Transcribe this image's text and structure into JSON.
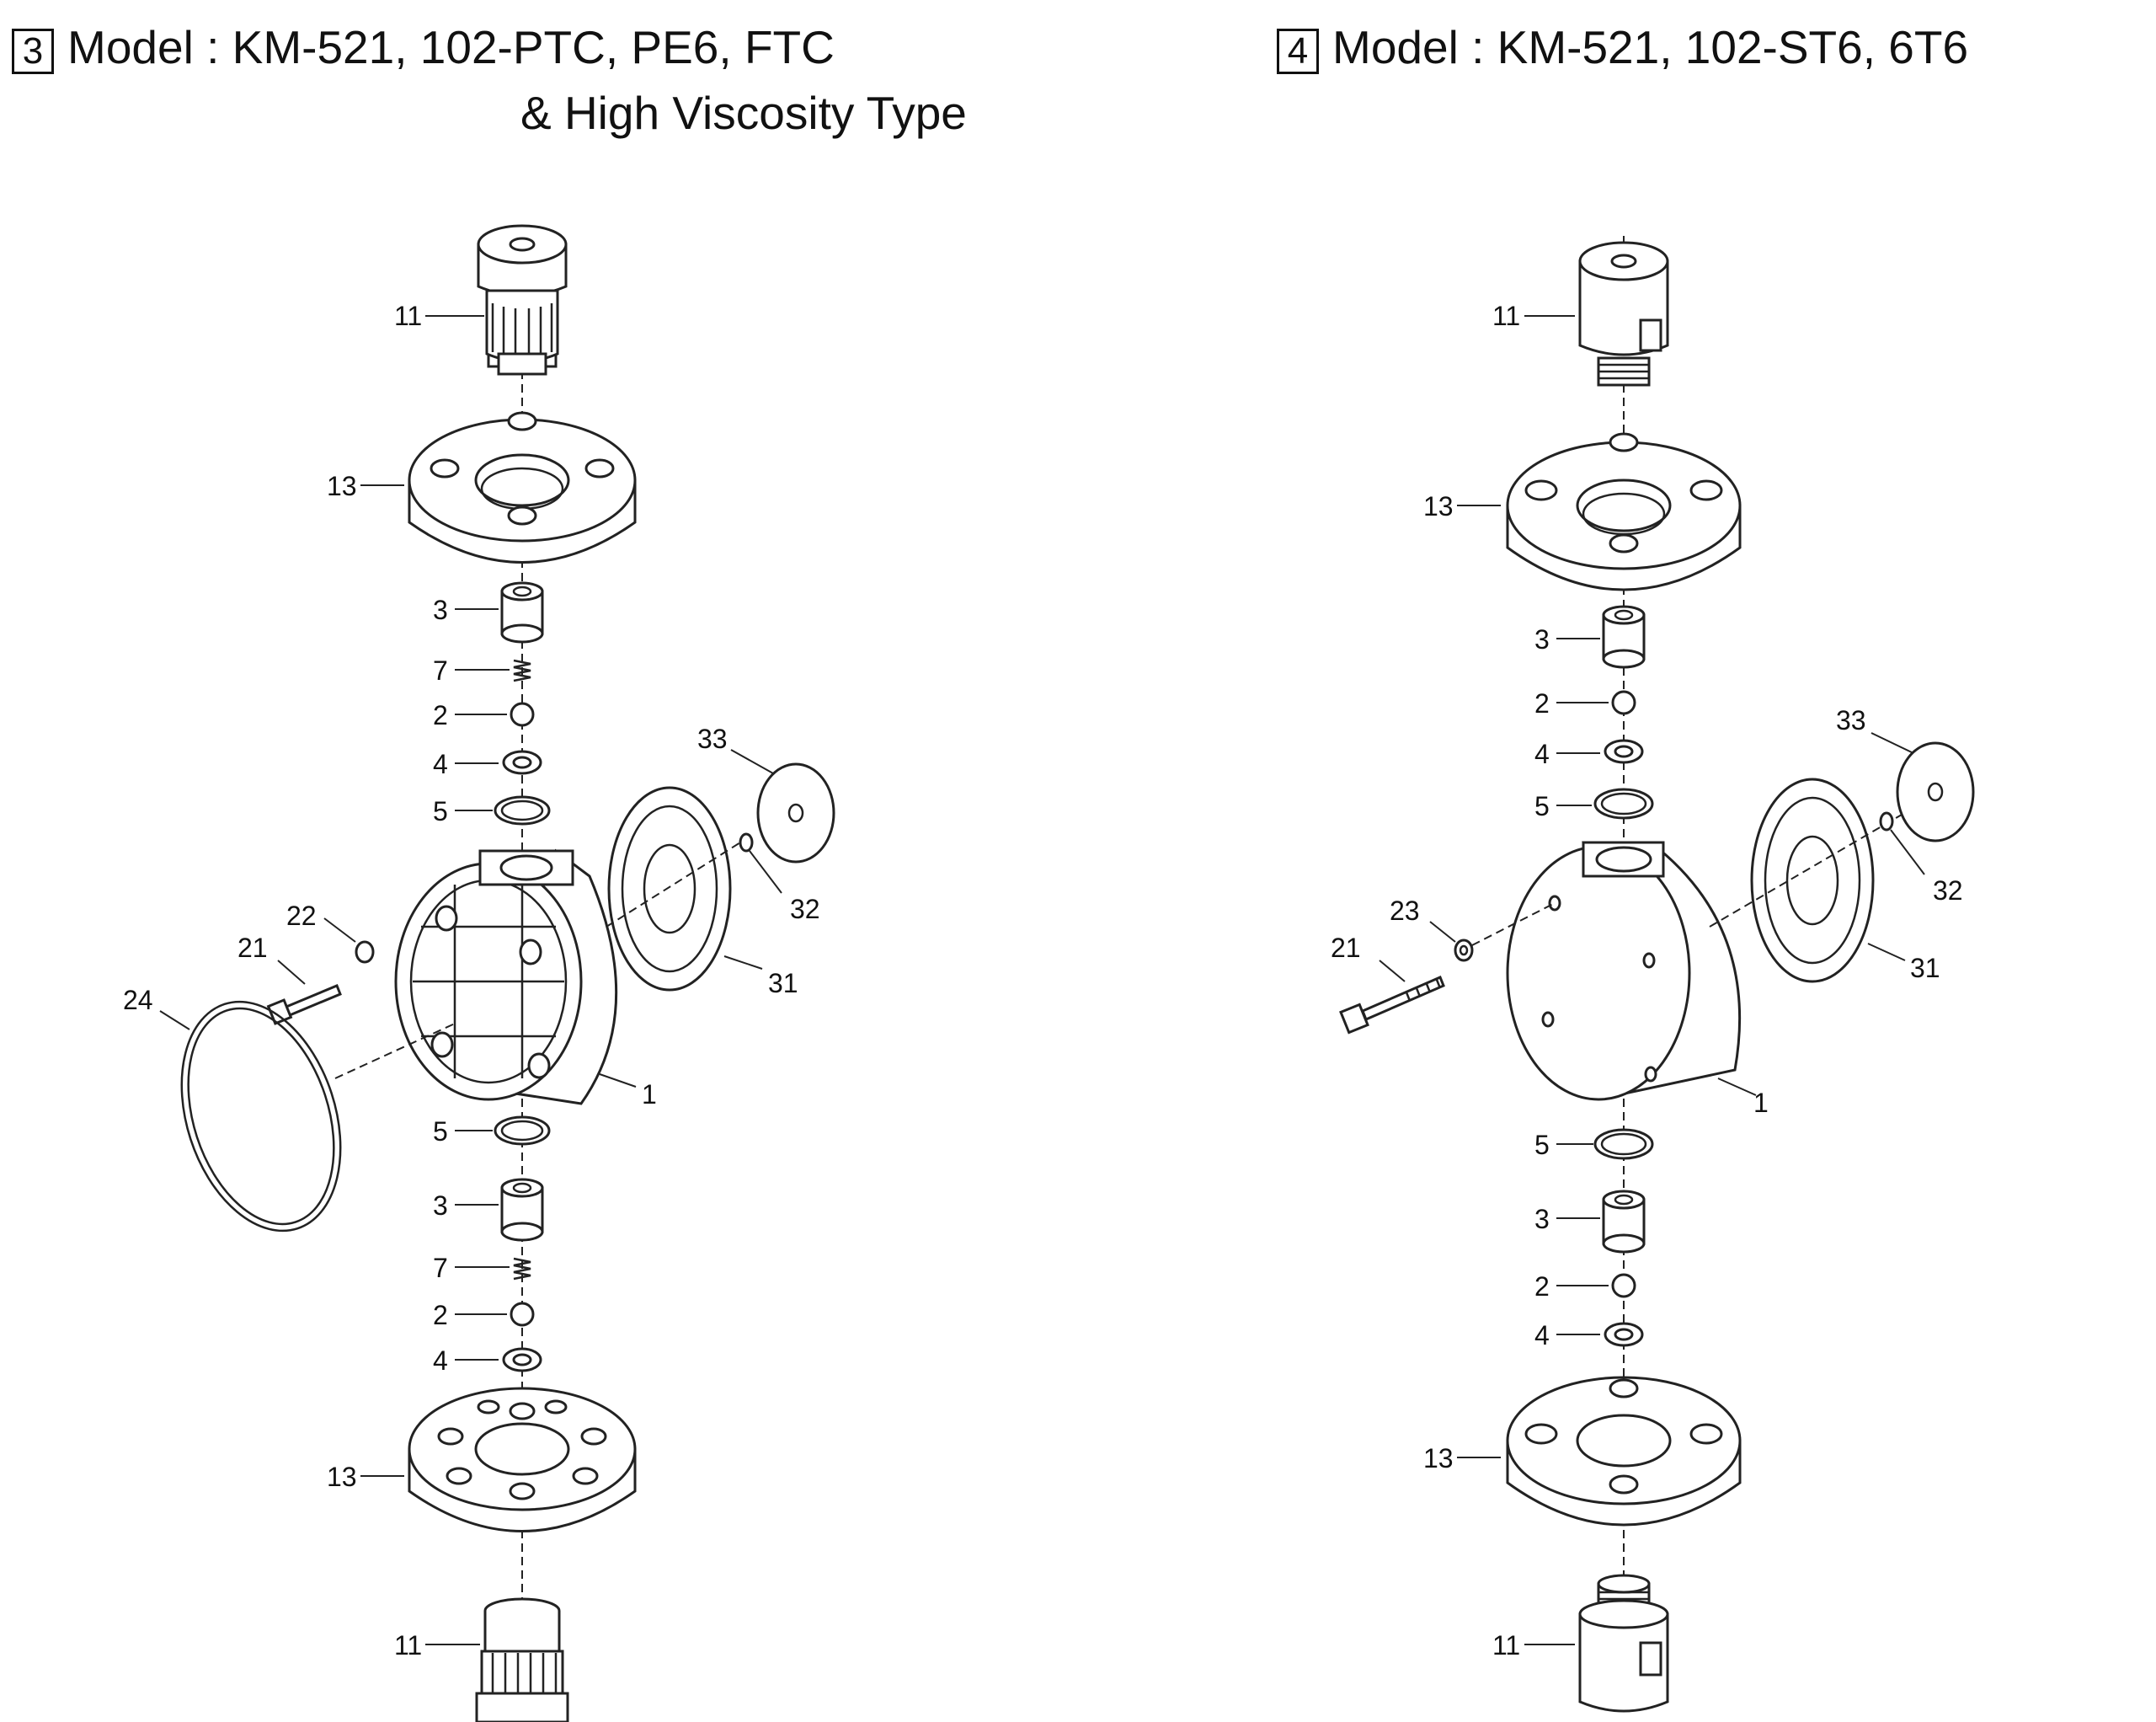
{
  "left": {
    "badge": "3",
    "title_line1": "Model : KM-521, 102-PTC, PE6, FTC",
    "title_line2": "& High Viscosity Type",
    "callouts": {
      "c11_top": "11",
      "c13_top": "13",
      "c3_top": "3",
      "c7_top": "7",
      "c2_top": "2",
      "c4_top": "4",
      "c5_top": "5",
      "c33": "33",
      "c32": "32",
      "c31": "31",
      "c22": "22",
      "c21": "21",
      "c24": "24",
      "c1": "1",
      "c5_bot": "5",
      "c3_bot": "3",
      "c7_bot": "7",
      "c2_bot": "2",
      "c4_bot": "4",
      "c13_bot": "13",
      "c11_bot": "11"
    }
  },
  "right": {
    "badge": "4",
    "title_line1": "Model : KM-521, 102-ST6, 6T6",
    "callouts": {
      "c11_top": "11",
      "c13_top": "13",
      "c3_top": "3",
      "c2_top": "2",
      "c4_top": "4",
      "c5_top": "5",
      "c33": "33",
      "c32": "32",
      "c31": "31",
      "c23": "23",
      "c21": "21",
      "c1": "1",
      "c5_bot": "5",
      "c3_bot": "3",
      "c2_bot": "2",
      "c4_bot": "4",
      "c13_bot": "13",
      "c11_bot": "11"
    }
  }
}
